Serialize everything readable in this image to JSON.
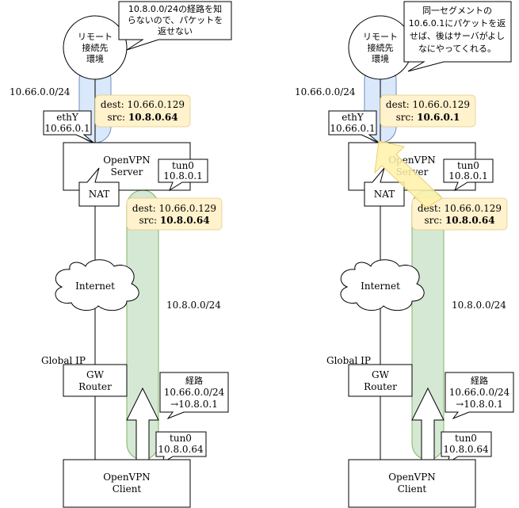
{
  "left": {
    "remote": [
      "リモート",
      "接続先",
      "環境"
    ],
    "callout": [
      "10.8.0.0/24の経路を知",
      "らないので、パケットを",
      "返せない"
    ],
    "net_label": "10.66.0.0/24",
    "ethy": [
      "ethY",
      "10.66.0.1"
    ],
    "packet_top": {
      "dest": "dest: 10.66.0.129",
      "src_prefix": "src: ",
      "src_value": "10.8.0.64"
    },
    "server": [
      "OpenVPN",
      "Server"
    ],
    "nat": "NAT",
    "tun0_server": [
      "tun0",
      "10.8.0.1"
    ],
    "packet_mid": {
      "dest": "dest: 10.66.0.129",
      "src_prefix": "src: ",
      "src_value": "10.8.0.64"
    },
    "internet": "Internet",
    "vpn_net": "10.8.0.0/24",
    "global_ip": "Global IP",
    "router": [
      "GW",
      "Router"
    ],
    "route": [
      "経路",
      "10.66.0.0/24",
      "→10.8.0.1"
    ],
    "tun0_client": [
      "tun0",
      "10.8.0.64"
    ],
    "client": [
      "OpenVPN",
      "Client"
    ]
  },
  "right": {
    "remote": [
      "リモート",
      "接続先",
      "環境"
    ],
    "callout": [
      "同一セグメントの",
      "10.6.0.1にパケットを返",
      "せば、後はサーバがよし",
      "なにやってくれる。"
    ],
    "net_label": "10.66.0.0/24",
    "ethy": [
      "ethY",
      "10.66.0.1"
    ],
    "packet_top": {
      "dest": "dest: 10.66.0.129",
      "src_prefix": "src: ",
      "src_value": "10.6.0.1"
    },
    "server": [
      "OpenVPN",
      "Server"
    ],
    "nat": "NAT",
    "tun0_server": [
      "tun0",
      "10.8.0.1"
    ],
    "packet_mid": {
      "dest": "dest: 10.66.0.129",
      "src_prefix": "src: ",
      "src_value": "10.8.0.64"
    },
    "internet": "Internet",
    "vpn_net": "10.8.0.0/24",
    "global_ip": "Global IP",
    "router": [
      "GW",
      "Router"
    ],
    "route": [
      "経路",
      "10.66.0.0/24",
      "→10.8.0.1"
    ],
    "tun0_client": [
      "tun0",
      "10.8.0.64"
    ],
    "client": [
      "OpenVPN",
      "Client"
    ]
  }
}
